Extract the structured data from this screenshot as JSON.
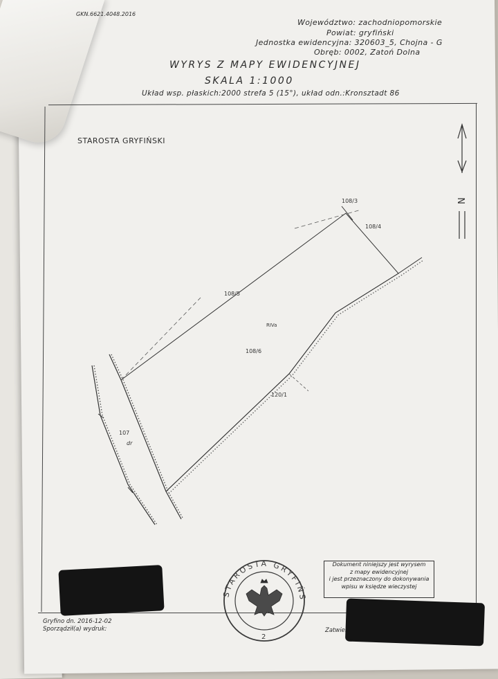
{
  "document": {
    "reference": "GKN.6621.4048.2016",
    "header_lines": [
      "Województwo: zachodniopomorskie",
      "Powiat: gryfiński",
      "Jednostka ewidencyjna: 320603_5, Chojna - G",
      "Obręb: 0002, Zatoń Dolna"
    ],
    "title": "WYRYS Z MAPY EWIDENCYJNEJ",
    "scale": "SKALA 1:1000",
    "coord_system": "Układ wsp. płaskich:2000 strefa 5 (15°), układ odn.:Kronsztadt 86",
    "authority": "STAROSTA GRYFIŃSKI",
    "north_symbol": "N"
  },
  "map": {
    "labels": {
      "p108_3": "108/3",
      "p108_4": "108/4",
      "p108_5": "108/5",
      "p108_6": "108/6",
      "land_class": "RIVa",
      "p120_1": "120/1",
      "p107": "107",
      "road_use": "dr"
    }
  },
  "notice": {
    "lines": [
      "Dokument niniejszy jest wyrysem",
      "z mapy ewidencyjnej",
      "i jest przeznaczony do dokonywania",
      "wpisu w księdze wieczystej"
    ]
  },
  "footer": {
    "date": "Gryfino dn. 2016-12-02",
    "prepared_by": "Sporządził(a) wydruk:",
    "approved_by": "Zatwierdzam"
  },
  "seal": {
    "text": "STAROSTA GRYFIŃSKI",
    "number": "2"
  }
}
